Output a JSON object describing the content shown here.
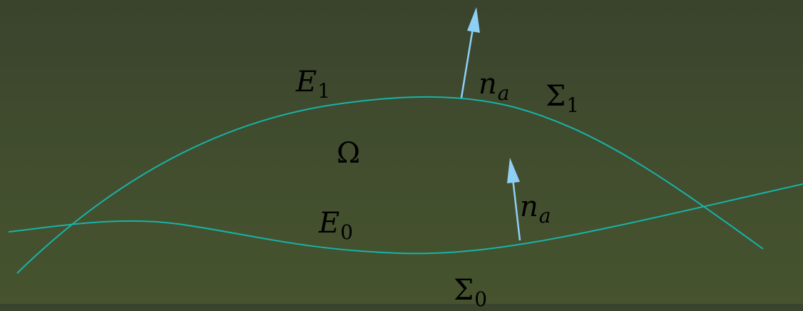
{
  "diagram": {
    "colors": {
      "surface_curve": "#17b3a8",
      "normal_arrow": "#8ed0f5",
      "label_text": "#000000",
      "background": "#414d2e"
    },
    "labels": {
      "e1": {
        "main": "E",
        "sub": "1"
      },
      "e0": {
        "main": "E",
        "sub": "0"
      },
      "omega": {
        "main": "Ω"
      },
      "sigma1": {
        "main": "Σ",
        "sub": "1"
      },
      "sigma0": {
        "main": "Σ",
        "sub": "0"
      },
      "normal_top": {
        "main": "n",
        "sub": "a"
      },
      "normal_bottom": {
        "main": "n",
        "sub": "a"
      }
    }
  }
}
